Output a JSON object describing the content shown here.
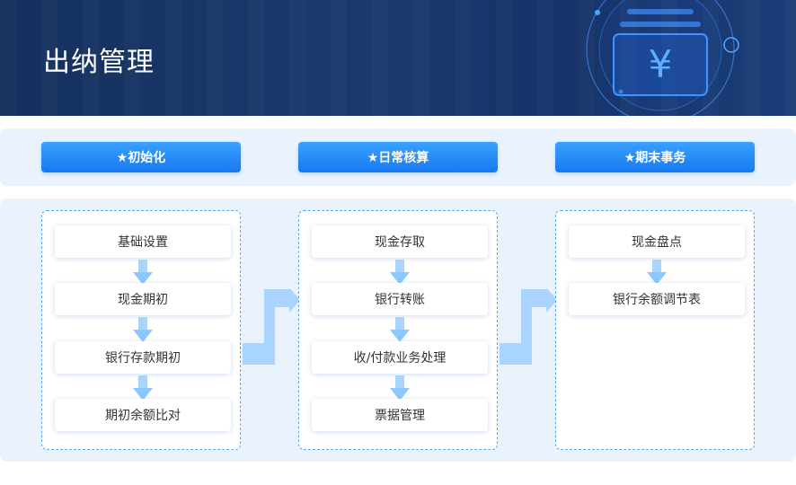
{
  "banner": {
    "title": "出纳管理"
  },
  "phases": [
    {
      "label": "★初始化"
    },
    {
      "label": "★日常核算"
    },
    {
      "label": "★期末事务"
    }
  ],
  "columns": [
    {
      "items": [
        "基础设置",
        "现金期初",
        "银行存款期初",
        "期初余额比对"
      ]
    },
    {
      "items": [
        "现金存取",
        "银行转账",
        "收/付款业务处理",
        "票据管理"
      ]
    },
    {
      "items": [
        "现金盘点",
        "银行余额调节表"
      ]
    }
  ],
  "colors": {
    "banner": "#17336a",
    "accent": "#1878f0",
    "band": "#eaf3fd",
    "arrow": "#8cc8ff"
  },
  "icons": {
    "banner": "yuan-icon",
    "flow": "arrow-down-icon",
    "between": "arrow-right-icon"
  }
}
